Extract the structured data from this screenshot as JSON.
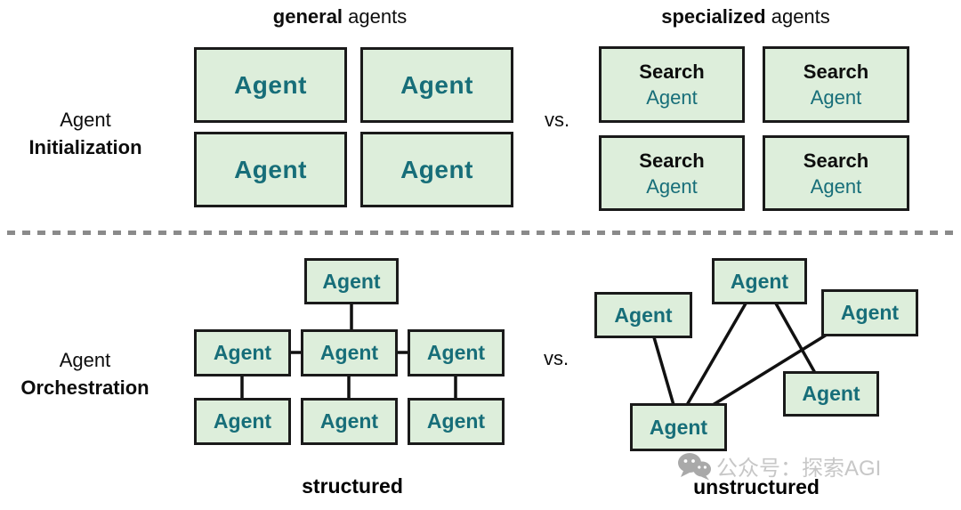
{
  "colors": {
    "box_fill": "#ddeedb",
    "box_border": "#1a1a1a",
    "teal_text": "#176e79",
    "black_text": "#0d0d0d",
    "divider_gray": "#8a8a8a",
    "watermark_gray": "#c7c7c7"
  },
  "initialization": {
    "row_label": {
      "line1": "Agent",
      "line2": "Initialization"
    },
    "vs": "vs.",
    "general": {
      "title_bold": "general",
      "title_rest": " agents",
      "boxes": [
        "Agent",
        "Agent",
        "Agent",
        "Agent"
      ]
    },
    "specialized": {
      "title_bold": "specialized",
      "title_rest": " agents",
      "boxes": [
        {
          "line1": "Search",
          "line2": "Agent"
        },
        {
          "line1": "Search",
          "line2": "Agent"
        },
        {
          "line1": "Search",
          "line2": "Agent"
        },
        {
          "line1": "Search",
          "line2": "Agent"
        }
      ]
    }
  },
  "orchestration": {
    "row_label": {
      "line1": "Agent",
      "line2": "Orchestration"
    },
    "vs": "vs.",
    "structured": {
      "caption": "structured",
      "nodes": [
        "Agent",
        "Agent",
        "Agent",
        "Agent",
        "Agent",
        "Agent",
        "Agent"
      ],
      "edges": [
        [
          0,
          2
        ],
        [
          1,
          2
        ],
        [
          2,
          3
        ],
        [
          1,
          4
        ],
        [
          2,
          5
        ],
        [
          3,
          6
        ]
      ]
    },
    "unstructured": {
      "caption": "unstructured",
      "nodes": [
        "Agent",
        "Agent",
        "Agent",
        "Agent",
        "Agent"
      ],
      "edges": [
        [
          1,
          4
        ],
        [
          0,
          4
        ],
        [
          0,
          3
        ],
        [
          2,
          4
        ]
      ]
    }
  },
  "watermark": {
    "icon": "wechat-icon",
    "text": "公众号：探索AGI"
  }
}
